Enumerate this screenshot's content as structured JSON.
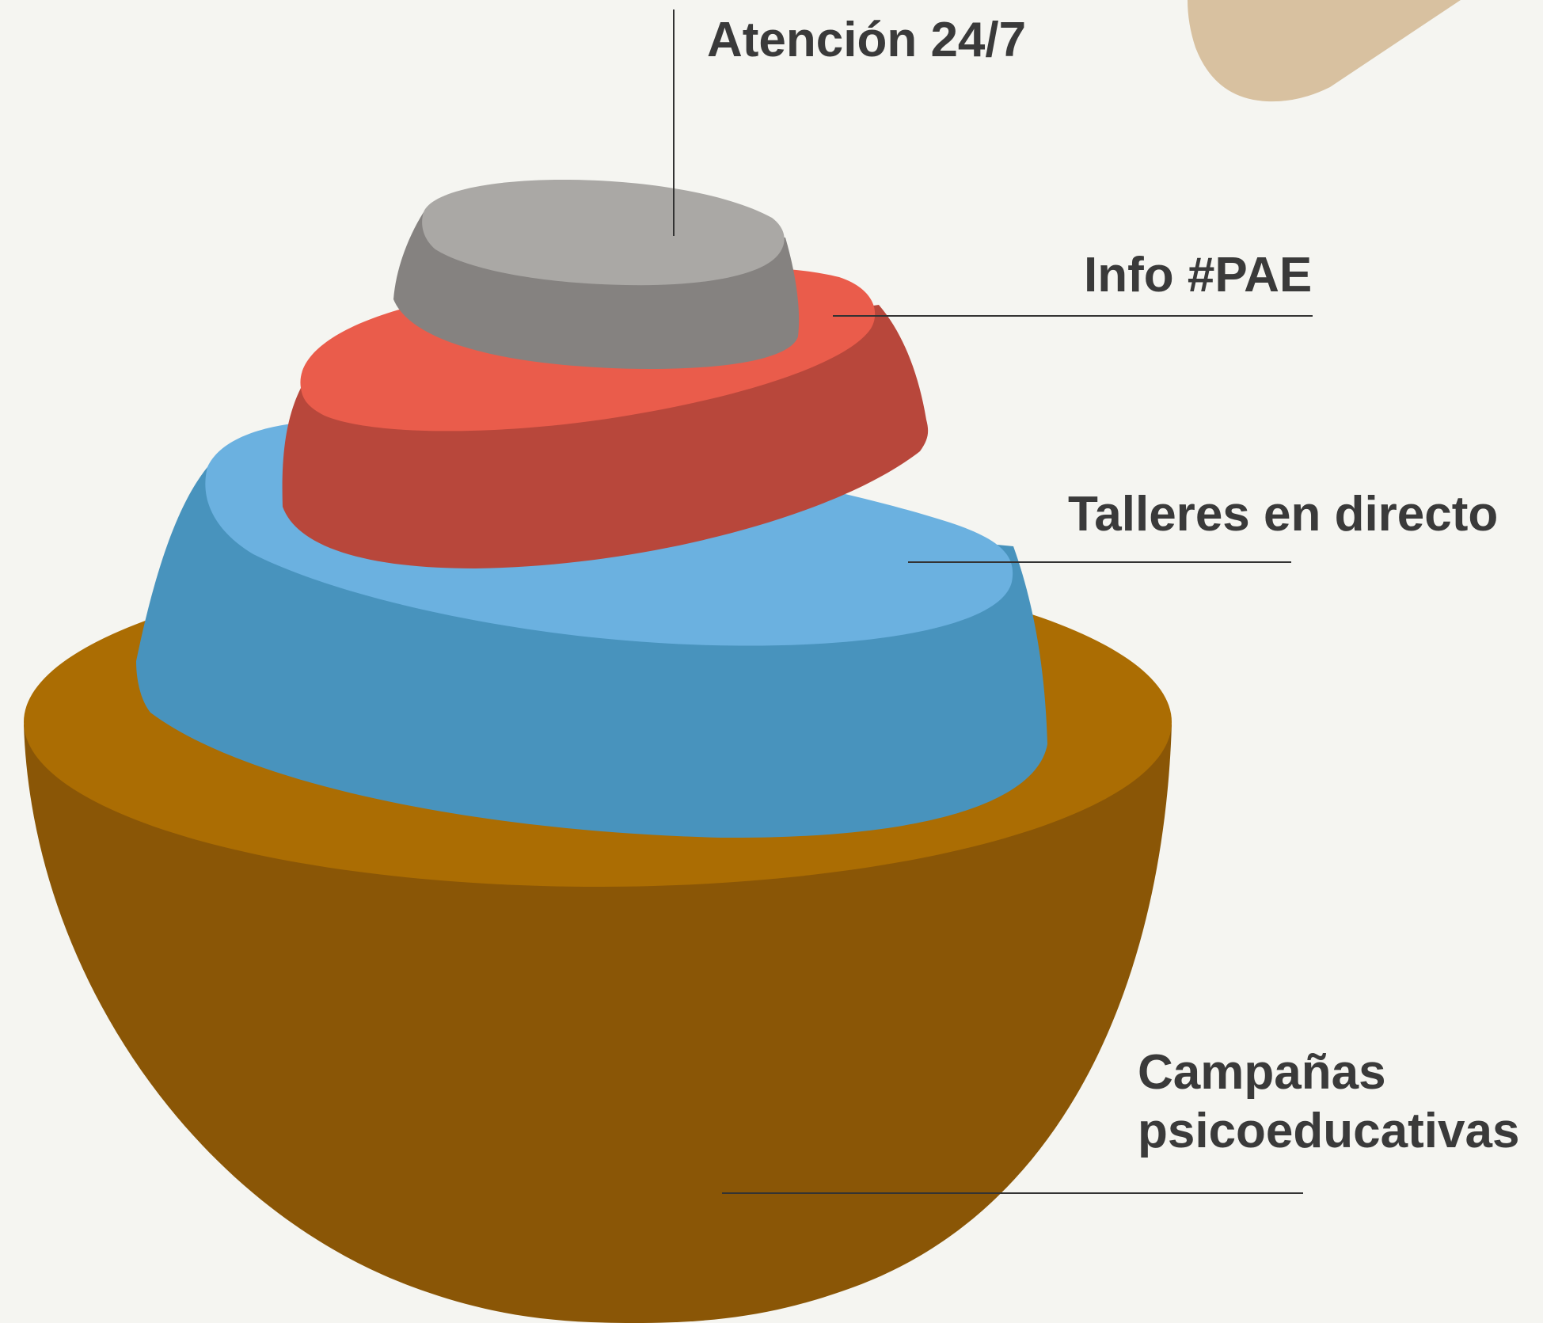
{
  "diagram": {
    "layers": [
      {
        "id": "atencion",
        "label": "Atención 24/7",
        "top_color": "#aaa8a5",
        "side_color": "#858280"
      },
      {
        "id": "info",
        "label": "Info #PAE",
        "top_color": "#ea5c4b",
        "side_color": "#b8473b"
      },
      {
        "id": "talleres",
        "label": "Talleres en directo",
        "top_color": "#6bb1e0",
        "side_color": "#4893bd"
      },
      {
        "id": "campanas",
        "label_line1": "Campañas",
        "label_line2": "psicoeducativas",
        "top_color": "#ab6d03",
        "side_color": "#8a5606"
      }
    ],
    "text_color": "#3a3a3a",
    "background_color": "#f5f5f1",
    "accent_shape_color": "#d8c1a0"
  }
}
